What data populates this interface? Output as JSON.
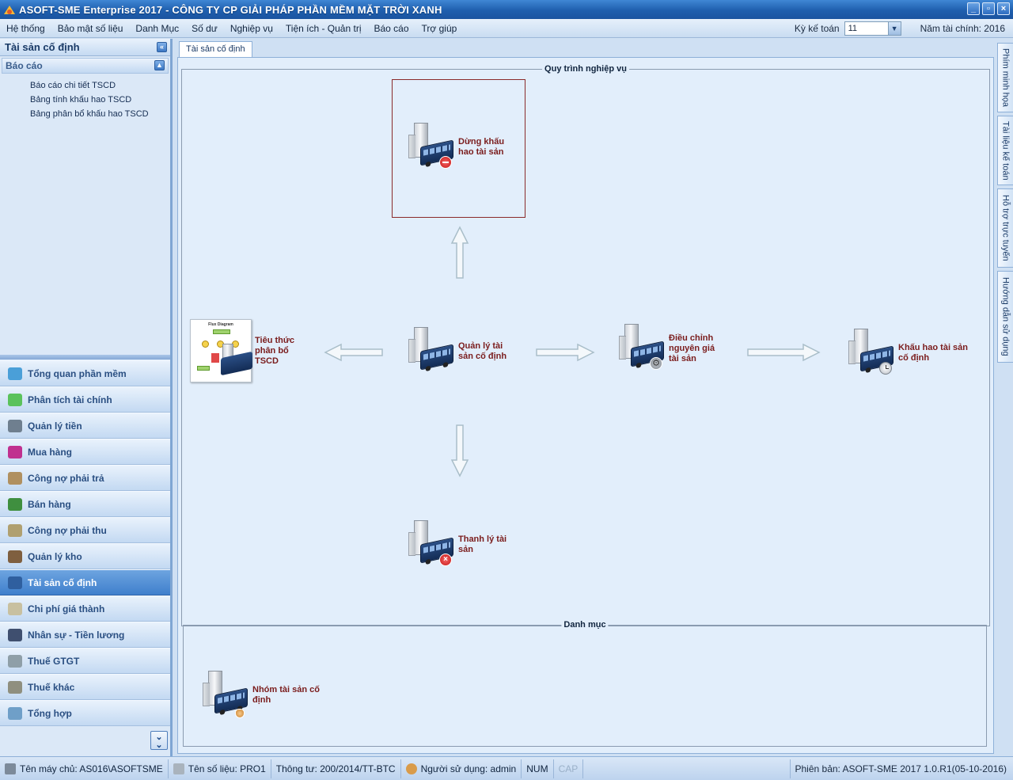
{
  "window": {
    "title": "ASOFT-SME Enterprise 2017 - CÔNG TY CP GIẢI PHÁP PHẦN MỀM MẶT TRỜI XANH",
    "buttons": [
      "_",
      "▫",
      "×"
    ]
  },
  "menu": {
    "items": [
      "Hệ thống",
      "Bảo mật số liệu",
      "Danh Mục",
      "Số dư",
      "Nghiệp vụ",
      "Tiện ích - Quản trị",
      "Báo cáo",
      "Trợ giúp"
    ],
    "period_label": "Kỳ kế toán",
    "period_value": "11",
    "fiscal_year": "Năm tài chính: 2016"
  },
  "left_panel": {
    "title": "Tài sản cố định",
    "reports_header": "Báo cáo",
    "reports": [
      "Báo cáo chi tiết TSCD",
      "Bảng tính khấu hao TSCD",
      "Bảng phân bổ khấu hao TSCD"
    ],
    "modules": [
      {
        "label": "Tổng quan phần mềm",
        "color": "#4a9fd8"
      },
      {
        "label": "Phân tích tài chính",
        "color": "#5bc25b"
      },
      {
        "label": "Quản lý tiền",
        "color": "#6f7f8f"
      },
      {
        "label": "Mua hàng",
        "color": "#c0308f"
      },
      {
        "label": "Công nợ phải trả",
        "color": "#b09060"
      },
      {
        "label": "Bán hàng",
        "color": "#3f8f3f"
      },
      {
        "label": "Công nợ phải thu",
        "color": "#b0a070"
      },
      {
        "label": "Quản lý kho",
        "color": "#7f5f3f"
      },
      {
        "label": "Tài sản cố định",
        "color": "#2f5f9f"
      },
      {
        "label": "Chi phí giá thành",
        "color": "#c8c0a0"
      },
      {
        "label": "Nhân sự - Tiền lương",
        "color": "#3f4f6f"
      },
      {
        "label": "Thuế GTGT",
        "color": "#8f9fa8"
      },
      {
        "label": "Thuế khác",
        "color": "#8f8f7f"
      },
      {
        "label": "Tổng hợp",
        "color": "#6f9fc8"
      }
    ],
    "active_module": "Tài sản cố định"
  },
  "tab": {
    "label": "Tài sản cố định"
  },
  "workflow": {
    "title": "Quy trình nghiệp vụ",
    "nodes": {
      "dung_khau_hao": "Dừng khấu hao tài sản",
      "tieu_thuc": "Tiêu thức phân bổ TSCD",
      "quan_ly": "Quản lý tài sản cố định",
      "dieu_chinh": "Điều chỉnh nguyên giá tài sản",
      "khau_hao": "Khấu hao tài sản cố định",
      "thanh_ly": "Thanh lý tài sản"
    },
    "flux_label": "Flux Diagram"
  },
  "catalog": {
    "title": "Danh mục",
    "nodes": {
      "nhom_tai_san": "Nhóm tài sản cố định"
    }
  },
  "right_tabs": [
    "Phím minh họa",
    "Tài liệu kế toán",
    "Hỗ trợ trực tuyến",
    "Hướng dẫn sử dụng"
  ],
  "status": {
    "server": "Tên máy chủ: AS016\\ASOFTSME",
    "database": "Tên số liệu: PRO1",
    "circular": "Thông tư: 200/2014/TT-BTC",
    "user": "Người sử dụng: admin",
    "num": "NUM",
    "cap": "CAP",
    "version": "Phiên bản:  ASOFT-SME 2017 1.0.R1(05-10-2016)"
  }
}
